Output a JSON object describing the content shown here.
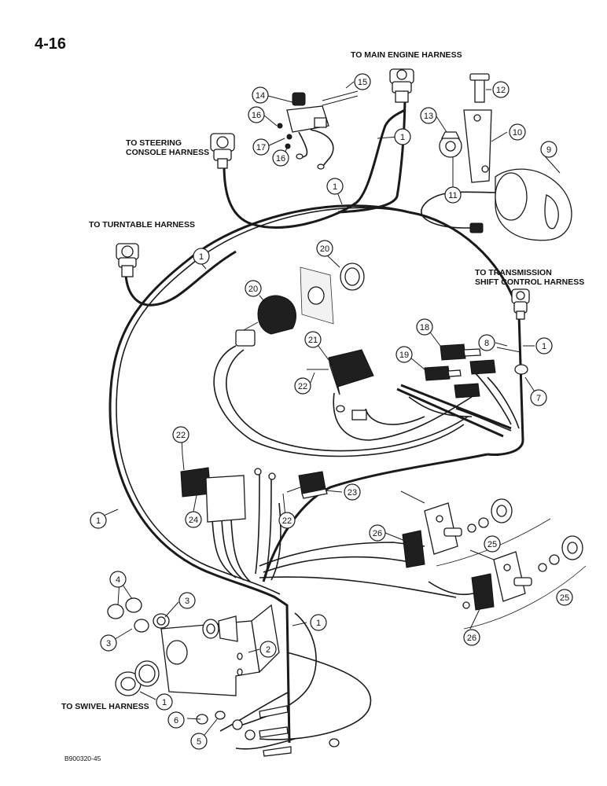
{
  "page": {
    "number": "4-16",
    "figure_code": "B900320-45"
  },
  "connector_labels": {
    "main_engine": "TO MAIN ENGINE HARNESS",
    "steering_line1": "TO STEERING",
    "steering_line2": "CONSOLE HARNESS",
    "turntable": "TO TURNTABLE HARNESS",
    "transmission_line1": "TO TRANSMISSION",
    "transmission_line2": "SHIFT CONTROL HARNESS",
    "swivel": "TO SWIVEL HARNESS"
  },
  "callouts": [
    "1",
    "1",
    "1",
    "1",
    "1",
    "1",
    "1",
    "2",
    "3",
    "3",
    "4",
    "5",
    "6",
    "7",
    "8",
    "9",
    "10",
    "11",
    "12",
    "13",
    "14",
    "15",
    "16",
    "16",
    "17",
    "18",
    "19",
    "20",
    "20",
    "21",
    "22",
    "22",
    "22",
    "23",
    "24",
    "25",
    "25",
    "26",
    "26"
  ],
  "colors": {
    "ink": "#1a1a1a",
    "paper": "#ffffff"
  }
}
